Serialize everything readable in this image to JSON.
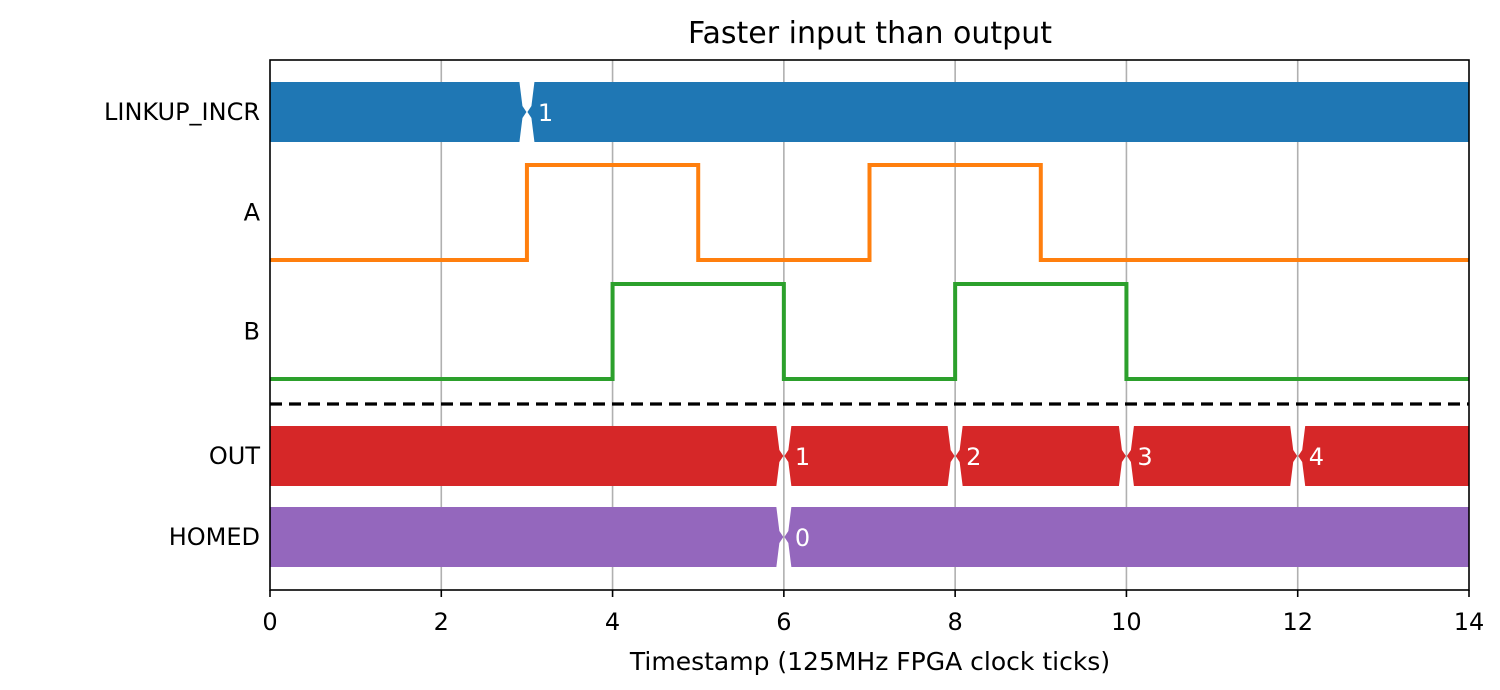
{
  "chart_data": {
    "type": "timing-diagram",
    "title": "Faster input than output",
    "xlabel": "Timestamp (125MHz FPGA clock ticks)",
    "xlim": [
      0,
      14
    ],
    "xticks": [
      0,
      2,
      4,
      6,
      8,
      10,
      12,
      14
    ],
    "grid": "vertical",
    "signals": [
      {
        "name": "LINKUP_INCR",
        "kind": "bus",
        "color": "#1f77b4",
        "segments": [
          {
            "start": 0,
            "end": 3,
            "label": ""
          },
          {
            "start": 3,
            "end": 14,
            "label": "1"
          }
        ]
      },
      {
        "name": "A",
        "kind": "digital",
        "color": "#ff7f0e",
        "transitions": [
          {
            "t": 0,
            "v": 0
          },
          {
            "t": 3,
            "v": 1
          },
          {
            "t": 5,
            "v": 0
          },
          {
            "t": 7,
            "v": 1
          },
          {
            "t": 9,
            "v": 0
          }
        ]
      },
      {
        "name": "B",
        "kind": "digital",
        "color": "#2ca02c",
        "transitions": [
          {
            "t": 0,
            "v": 0
          },
          {
            "t": 4,
            "v": 1
          },
          {
            "t": 6,
            "v": 0
          },
          {
            "t": 8,
            "v": 1
          },
          {
            "t": 10,
            "v": 0
          }
        ]
      },
      {
        "name": "OUT",
        "kind": "bus",
        "color": "#d62728",
        "segments": [
          {
            "start": 0,
            "end": 6,
            "label": ""
          },
          {
            "start": 6,
            "end": 8,
            "label": "1"
          },
          {
            "start": 8,
            "end": 10,
            "label": "2"
          },
          {
            "start": 10,
            "end": 12,
            "label": "3"
          },
          {
            "start": 12,
            "end": 14,
            "label": "4"
          }
        ]
      },
      {
        "name": "HOMED",
        "kind": "bus",
        "color": "#9467bd",
        "segments": [
          {
            "start": 0,
            "end": 6,
            "label": ""
          },
          {
            "start": 6,
            "end": 14,
            "label": "0"
          }
        ]
      }
    ],
    "separator": {
      "after_signal": "B",
      "style": "dashed",
      "color": "#000000"
    }
  }
}
